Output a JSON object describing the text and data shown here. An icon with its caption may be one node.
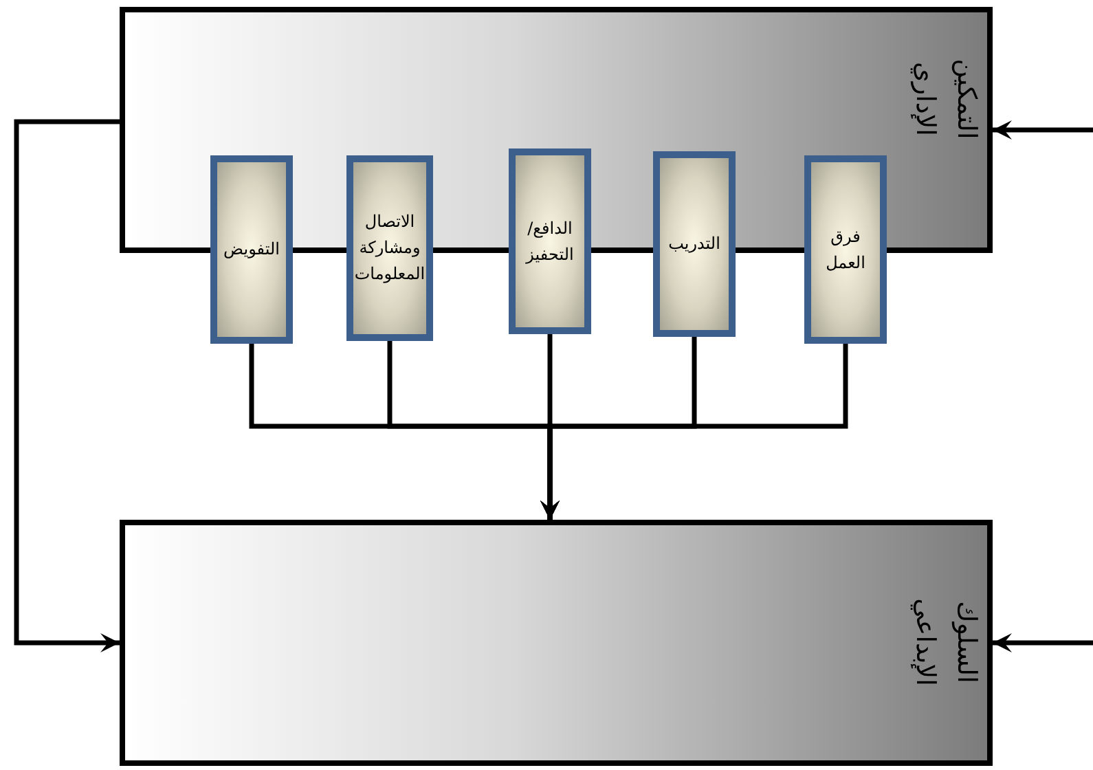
{
  "diagram": {
    "nodes": [
      {
        "text": [
          "التمكين الإداري"
        ]
      },
      {
        "text": [
          "فرق العمل"
        ]
      },
      {
        "text": [
          "التدريب"
        ]
      },
      {
        "text": [
          "الدافع/التحفيز"
        ]
      },
      {
        "text": [
          "الاتصال ومشاركة المعلومات"
        ]
      },
      {
        "text": [
          "التفويض"
        ]
      },
      {
        "text": [
          "السلوك الإبداعي"
        ]
      }
    ],
    "edges": [
      {
        "from": 1,
        "to": 6,
        "arrow": "to"
      },
      {
        "from": 2,
        "to": 6,
        "arrow": "to"
      },
      {
        "from": 3,
        "to": 6,
        "arrow": "to"
      },
      {
        "from": 4,
        "to": 6,
        "arrow": "to"
      },
      {
        "from": 5,
        "to": 6,
        "arrow": "to"
      },
      {
        "from": 0,
        "to": 6,
        "arrow": "to"
      },
      {
        "from": null,
        "to": 0,
        "arrow": "to"
      },
      {
        "from": null,
        "to": 6,
        "arrow": "to"
      }
    ]
  }
}
